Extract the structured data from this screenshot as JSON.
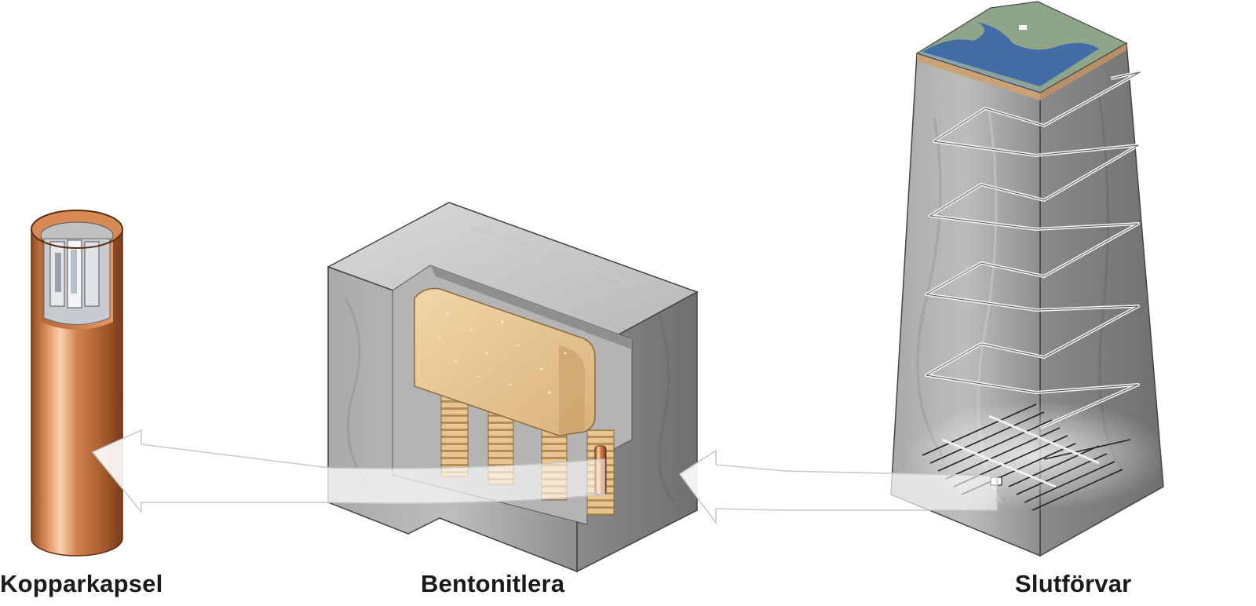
{
  "labels": {
    "copper_canister": "Kopparkapsel",
    "bentonite_clay": "Bentonitlera",
    "final_repository": "Slutförvar"
  },
  "colors": {
    "copper": "#c8743f",
    "copper_light": "#f0b48a",
    "rock": "#9a9a9a",
    "rock_dark": "#7b7b7b",
    "bentonite": "#e4c48f",
    "water": "#3e68a8",
    "terrain": "#8fa58a",
    "label": "#1a1a1a"
  }
}
